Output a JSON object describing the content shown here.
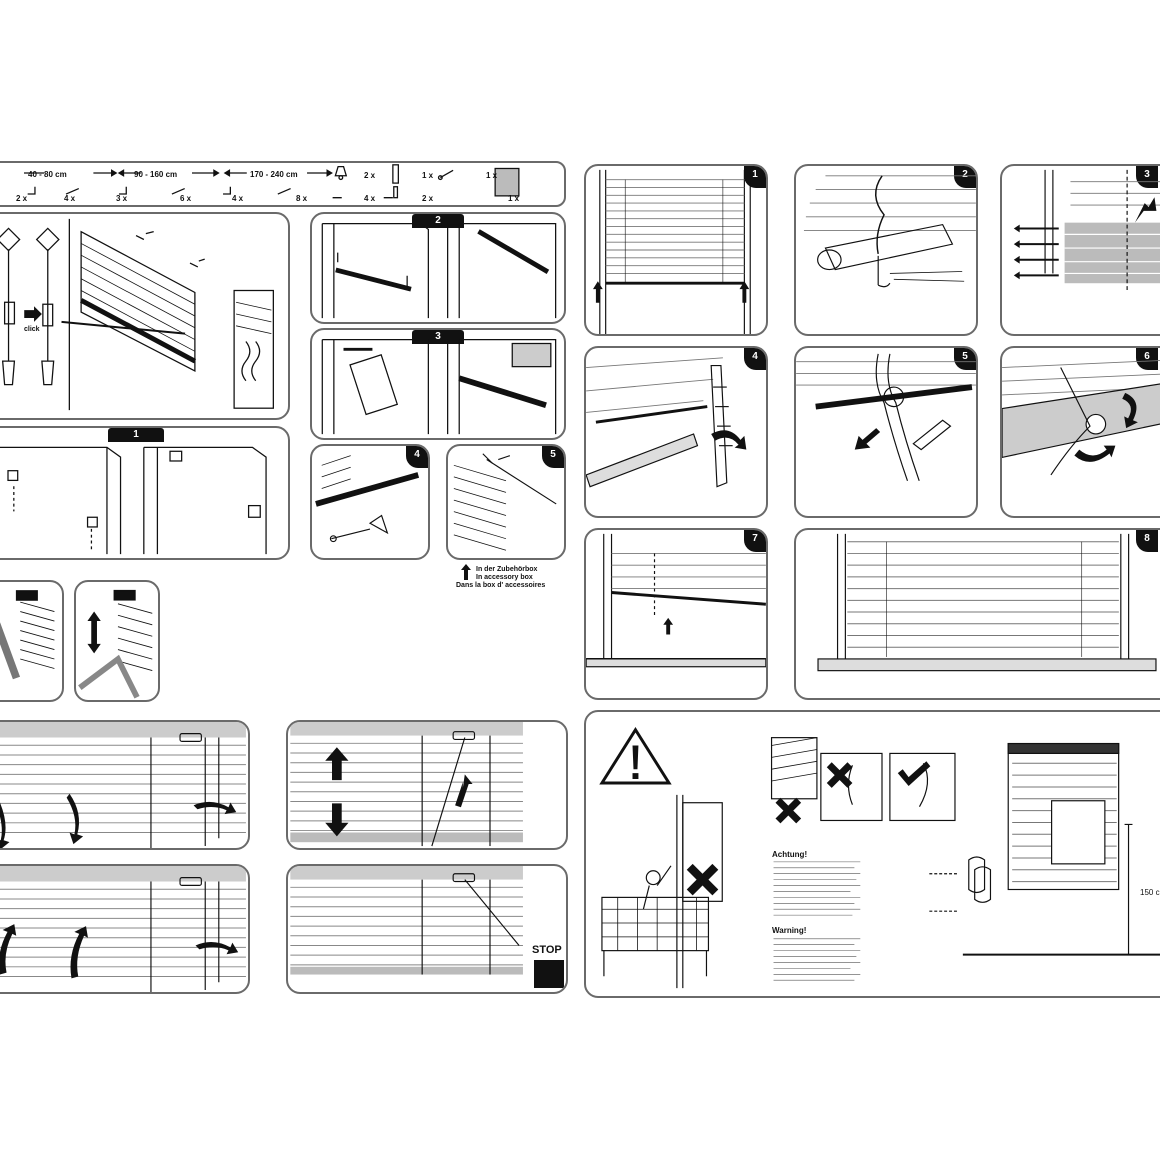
{
  "header": {
    "size_ranges": [
      "40 - 80 cm",
      "90 - 160 cm",
      "170 - 240 cm"
    ],
    "counts_row1": [
      "2 x",
      "1 x",
      "1 x"
    ],
    "counts_row2": [
      "2 x",
      "4 x",
      "3 x",
      "6 x",
      "4 x",
      "8 x",
      "4 x",
      "2 x",
      "1 x"
    ]
  },
  "steps": {
    "s1": "1",
    "s2": "2",
    "s3": "3",
    "s4": "4",
    "s5": "5",
    "s6": "6",
    "s7": "7",
    "s8": "8"
  },
  "click_label": "click",
  "box_note": [
    "In der Zubehörbox",
    "In accessory box",
    "Dans la box d' accessoires"
  ],
  "stop_label": "STOP",
  "warning": {
    "heading_de": "Achtung!",
    "heading_en": "Warning!",
    "height_label": "150 c"
  }
}
